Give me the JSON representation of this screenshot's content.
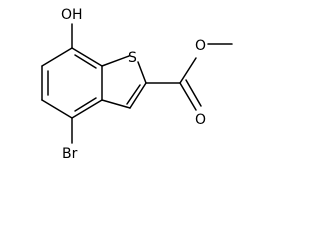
{
  "molecule": {
    "atoms": {
      "hydroxyl": "OH",
      "sulfur": "S",
      "bromine": "Br",
      "carbonyl_oxygen": "O",
      "ester_oxygen": "O"
    },
    "colors": {
      "bond": "#000000",
      "label": "#000000",
      "background": "#ffffff"
    }
  }
}
